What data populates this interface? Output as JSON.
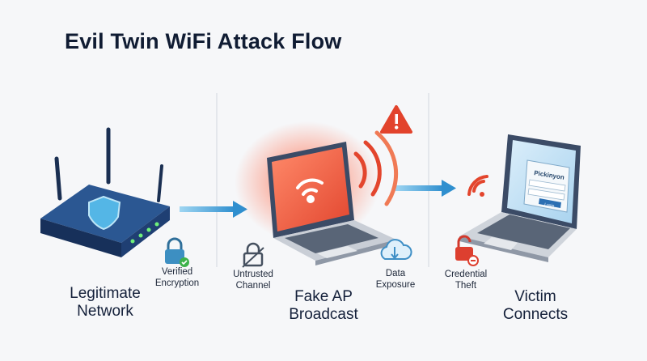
{
  "title": "Evil Twin WiFi Attack Flow",
  "stages": [
    {
      "label_line1": "Legitimate",
      "label_line2": "Network"
    },
    {
      "label_line1": "Fake AP",
      "label_line2": "Broadcast"
    },
    {
      "label_line1": "Victim",
      "label_line2": "Connects"
    }
  ],
  "badges": {
    "verified": {
      "line1": "Verified",
      "line2": "Encryption",
      "icon": "lock-check-icon"
    },
    "untrusted": {
      "line1": "Untrusted",
      "line2": "Channel",
      "icon": "broken-lock-icon"
    },
    "data": {
      "line1": "Data",
      "line2": "Exposure",
      "icon": "cloud-download-icon"
    },
    "credential": {
      "line1": "Credential",
      "line2": "Theft",
      "icon": "unlocked-lock-icon"
    }
  },
  "victim_screen": {
    "login_title": "Pickinyon",
    "button": "Login"
  },
  "colors": {
    "router": "#1f3f73",
    "accent_blue": "#2f9fd6",
    "danger": "#e0462f",
    "laptop": "#3a4a66"
  }
}
